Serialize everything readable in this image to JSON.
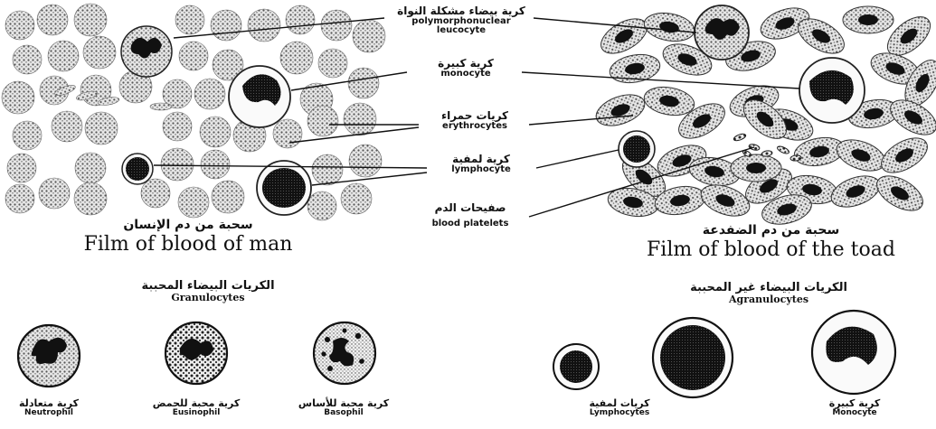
{
  "callouts": {
    "pmn": {
      "ar": "كرية بيضاء مشكلة النواة",
      "en1": "polymorphonuclear",
      "en2": "leucocyte"
    },
    "monocyte": {
      "ar": "كرية كبيرة",
      "en": "monocyte"
    },
    "erythrocytes": {
      "ar": "كريات حمراء",
      "en": "erythrocytes"
    },
    "lymphocyte": {
      "ar": "كرية لمفية",
      "en": "lymphocyte"
    },
    "platelets": {
      "ar": "صفيحات الدم",
      "en": "blood platelets"
    }
  },
  "films": {
    "man": {
      "ar": "سحبة من دم الإنسان",
      "en": "Film of blood of man"
    },
    "toad": {
      "ar": "سحبة من دم الضفدعة",
      "en": "Film of blood of the toad"
    }
  },
  "sections": {
    "granulocytes": {
      "ar": "الكريات البيضاء المحببة",
      "en": "Granulocytes"
    },
    "agranulocytes": {
      "ar": "الكريات البيضاء غير المحببة",
      "en": "Agranulocytes"
    }
  },
  "cells": [
    {
      "ar": "كرية متعادلة",
      "en": "Neutrophil"
    },
    {
      "ar": "كرية محبة للحمض",
      "en": "Eusinophil"
    },
    {
      "ar": "كرية محبة للأساس",
      "en": "Basophil"
    },
    {
      "ar": "كريات لمفية",
      "en": "Lymphocytes"
    },
    {
      "ar": "كرية كبيرة",
      "en": "Monocyte"
    }
  ]
}
